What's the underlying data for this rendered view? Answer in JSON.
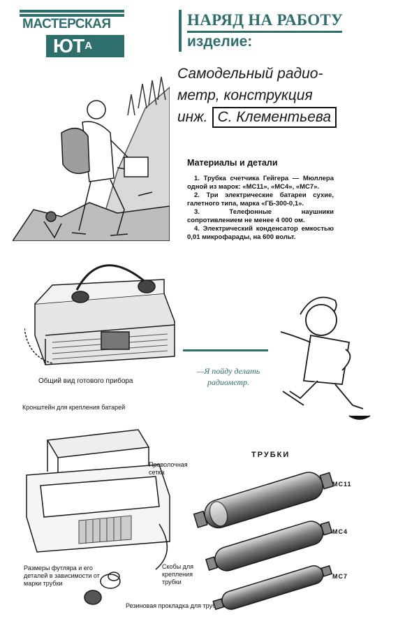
{
  "masthead": {
    "title": "МАСТЕРСКАЯ",
    "yuta_big": "ЮТ",
    "yuta_small": "А"
  },
  "order": {
    "heading": "НАРЯД НА РАБОТУ",
    "subheading": "изделие:"
  },
  "product": {
    "line1": "Самодельный радио-",
    "line2": "метр, конструкция",
    "prefix": "инж.",
    "author": "С. Клементьева"
  },
  "materials": {
    "title": "Материалы и детали",
    "items": [
      "1. Трубка счетчика Гейгера — Мюллера одной из марок: «МС11», «МС4», «МС7».",
      "2. Три электрические батареи сухие, галетного типа, марка «ГБ-300-0,1».",
      "3. Телефонные наушники сопротивлением не менее 4 000 ом.",
      "4. Электрический конденсатор емкостью 0,01 микрофарады, на 600 вольт."
    ]
  },
  "captions": {
    "device_view": "Общий вид готового прибора",
    "quote": "—Я пойду делать радиометр."
  },
  "labels": {
    "bracket": "Кронштейн для крепления батарей",
    "mesh": "Проволочная сетка",
    "clamps": "Скобы для крепления трубки",
    "sizes": "Размеры футляра и его деталей в зависимости от марки трубки",
    "gasket": "Резиновая прокладка для трубки",
    "tubes_title": "ТРУБКИ",
    "tube1": "МС11",
    "tube2": "МС4",
    "tube3": "МС7"
  }
}
